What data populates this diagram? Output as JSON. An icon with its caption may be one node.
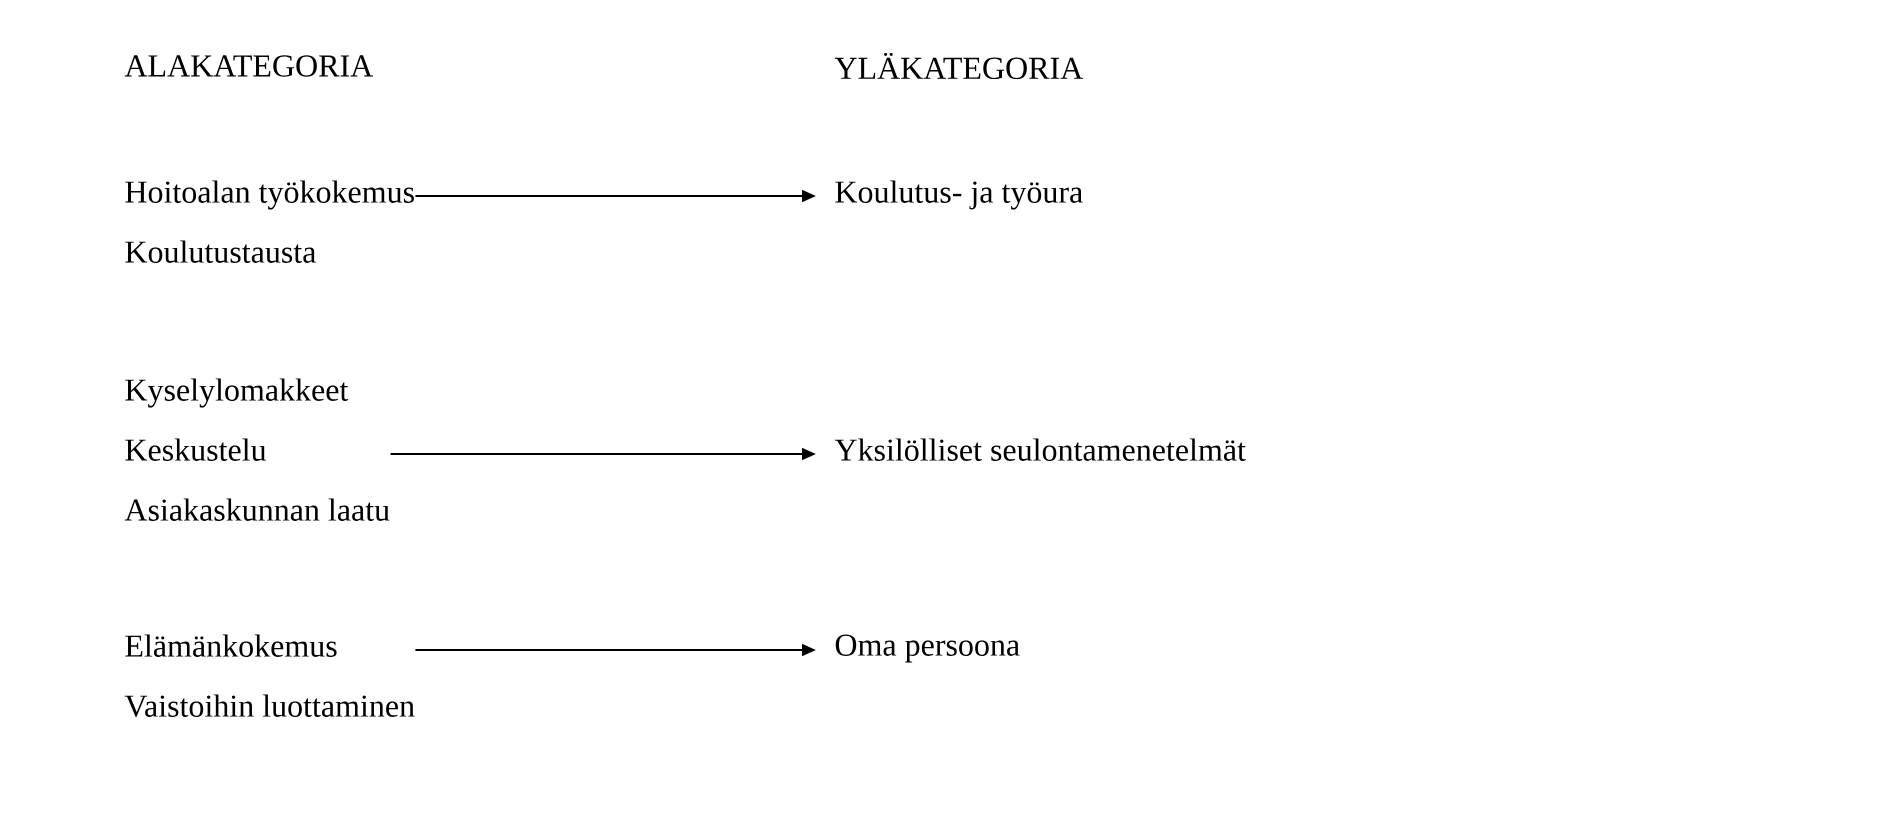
{
  "diagram": {
    "nodes": [
      {
        "text": [
          "Hoitoalan työkokemus",
          "Koulutustausta"
        ]
      },
      {
        "text": [
          "Koulutus- ja työura"
        ]
      },
      {
        "text": [
          "Kyselylomakkeet",
          "Keskustelu",
          "Asiakaskunnan laatu"
        ]
      },
      {
        "text": [
          "Yksilölliset seulontamenetelmät"
        ]
      },
      {
        "text": [
          "Elämänkokemus",
          "Vaistoihin luottaminen"
        ]
      },
      {
        "text": [
          "Oma persoona"
        ]
      }
    ],
    "edges": [
      {
        "from": 0,
        "to": 1,
        "arrow": "to"
      },
      {
        "from": 2,
        "to": 3,
        "arrow": "to"
      },
      {
        "from": 4,
        "to": 5,
        "arrow": "to"
      }
    ],
    "labels": [
      "ALAKATEGORIA",
      "YLÄKATEGORIA"
    ]
  }
}
